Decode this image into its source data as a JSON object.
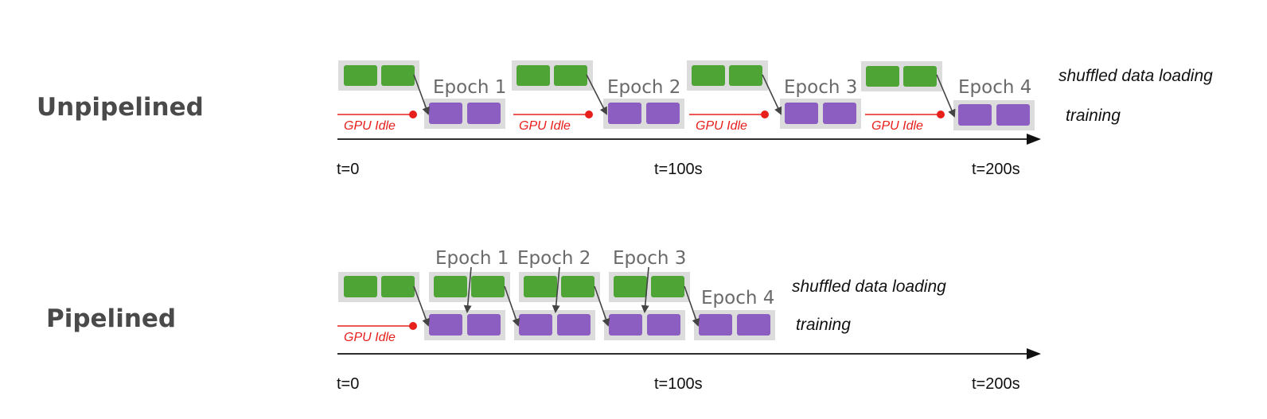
{
  "colors": {
    "loading": "#4ea435",
    "training": "#8d5ec1",
    "panel": "#dcdcdc",
    "idle": "#e8201c",
    "arrow": "#444444"
  },
  "icons": {
    "idle_marker": "red-dot",
    "flow": "arrow"
  },
  "sections": [
    {
      "title": "Unpipelined",
      "gpu_idle_label": "GPU Idle",
      "epochs": [
        "Epoch 1",
        "Epoch 2",
        "Epoch 3",
        "Epoch 4"
      ],
      "legend": {
        "loading": "shuffled data loading",
        "training": "training"
      },
      "ticks": [
        "t=0",
        "t=100s",
        "t=200s"
      ]
    },
    {
      "title": "Pipelined",
      "gpu_idle_label": "GPU Idle",
      "epochs": [
        "Epoch 1",
        "Epoch 2",
        "Epoch 3",
        "Epoch 4"
      ],
      "legend": {
        "loading": "shuffled data loading",
        "training": "training"
      },
      "ticks": [
        "t=0",
        "t=100s",
        "t=200s"
      ]
    }
  ]
}
